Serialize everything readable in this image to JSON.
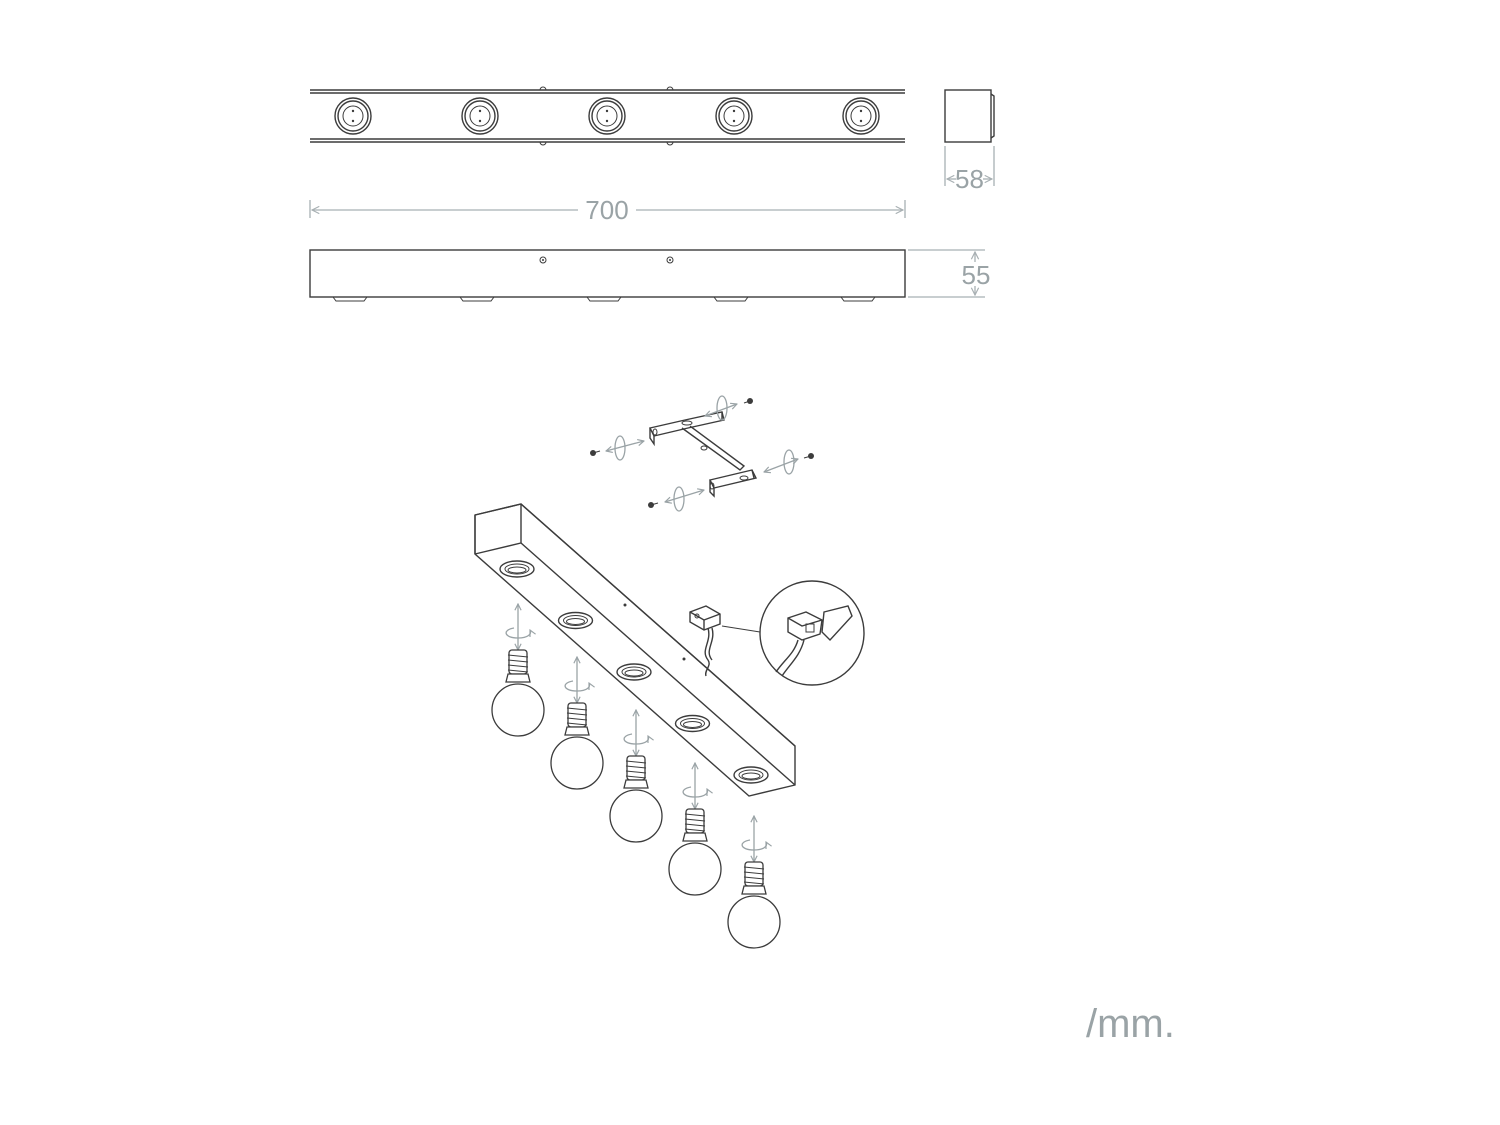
{
  "dimensions": {
    "length": "700",
    "depth": "58",
    "height": "55"
  },
  "units": "/mm.",
  "drawing": {
    "lamp_count": 5,
    "screw_count": 4,
    "line_color": "#3c3c3c",
    "dimension_color": "#9aa3a6"
  }
}
